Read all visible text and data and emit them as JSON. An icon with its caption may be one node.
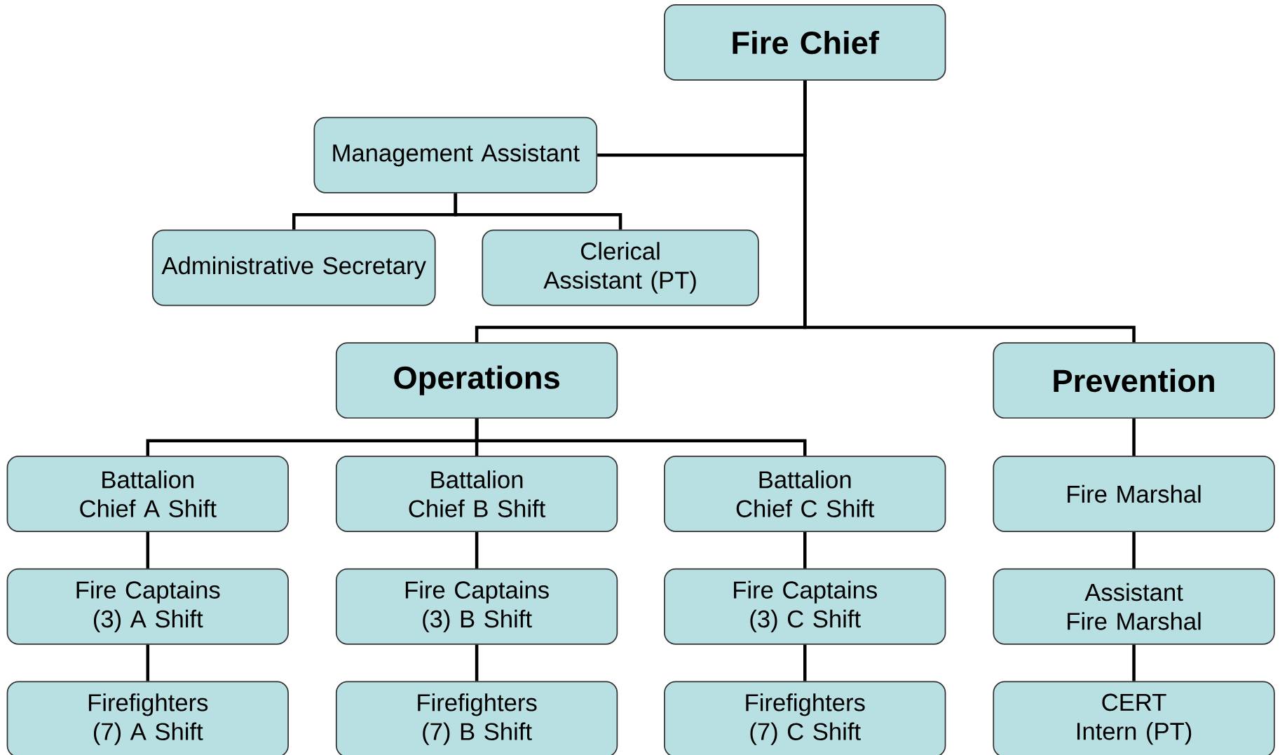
{
  "diagram": {
    "nodes": [
      {
        "text": [
          "Fire Chief"
        ]
      },
      {
        "text": [
          "Management Assistant"
        ]
      },
      {
        "text": [
          "Administrative Secretary"
        ]
      },
      {
        "text": [
          "Clerical Assistant (PT)"
        ]
      },
      {
        "text": [
          "Operations"
        ]
      },
      {
        "text": [
          "Prevention"
        ]
      },
      {
        "text": [
          "Battalion Chief A Shift"
        ]
      },
      {
        "text": [
          "Battalion Chief B Shift"
        ]
      },
      {
        "text": [
          "Battalion Chief C Shift"
        ]
      },
      {
        "text": [
          "Fire Marshal"
        ]
      },
      {
        "text": [
          "Fire Captains (3) A Shift"
        ]
      },
      {
        "text": [
          "Fire Captains (3) B Shift"
        ]
      },
      {
        "text": [
          "Fire Captains (3) C Shift"
        ]
      },
      {
        "text": [
          "Assistant Fire Marshal"
        ]
      },
      {
        "text": [
          "Firefighters (7) A Shift"
        ]
      },
      {
        "text": [
          "Firefighters (7) B Shift"
        ]
      },
      {
        "text": [
          "Firefighters (7) C Shift"
        ]
      },
      {
        "text": [
          "CERT Intern (PT)"
        ]
      }
    ],
    "edges": [
      {
        "from": 0,
        "to": 1,
        "arrow": "none"
      },
      {
        "from": 1,
        "to": 2,
        "arrow": "none"
      },
      {
        "from": 1,
        "to": 3,
        "arrow": "none"
      },
      {
        "from": 0,
        "to": 4,
        "arrow": "none"
      },
      {
        "from": 0,
        "to": 5,
        "arrow": "none"
      },
      {
        "from": 4,
        "to": 6,
        "arrow": "none"
      },
      {
        "from": 4,
        "to": 7,
        "arrow": "none"
      },
      {
        "from": 4,
        "to": 8,
        "arrow": "none"
      },
      {
        "from": 5,
        "to": 9,
        "arrow": "none"
      },
      {
        "from": 6,
        "to": 10,
        "arrow": "none"
      },
      {
        "from": 7,
        "to": 11,
        "arrow": "none"
      },
      {
        "from": 8,
        "to": 12,
        "arrow": "none"
      },
      {
        "from": 9,
        "to": 13,
        "arrow": "none"
      },
      {
        "from": 10,
        "to": 14,
        "arrow": "none"
      },
      {
        "from": 11,
        "to": 15,
        "arrow": "none"
      },
      {
        "from": 12,
        "to": 16,
        "arrow": "none"
      },
      {
        "from": 13,
        "to": 17,
        "arrow": "none"
      }
    ]
  }
}
